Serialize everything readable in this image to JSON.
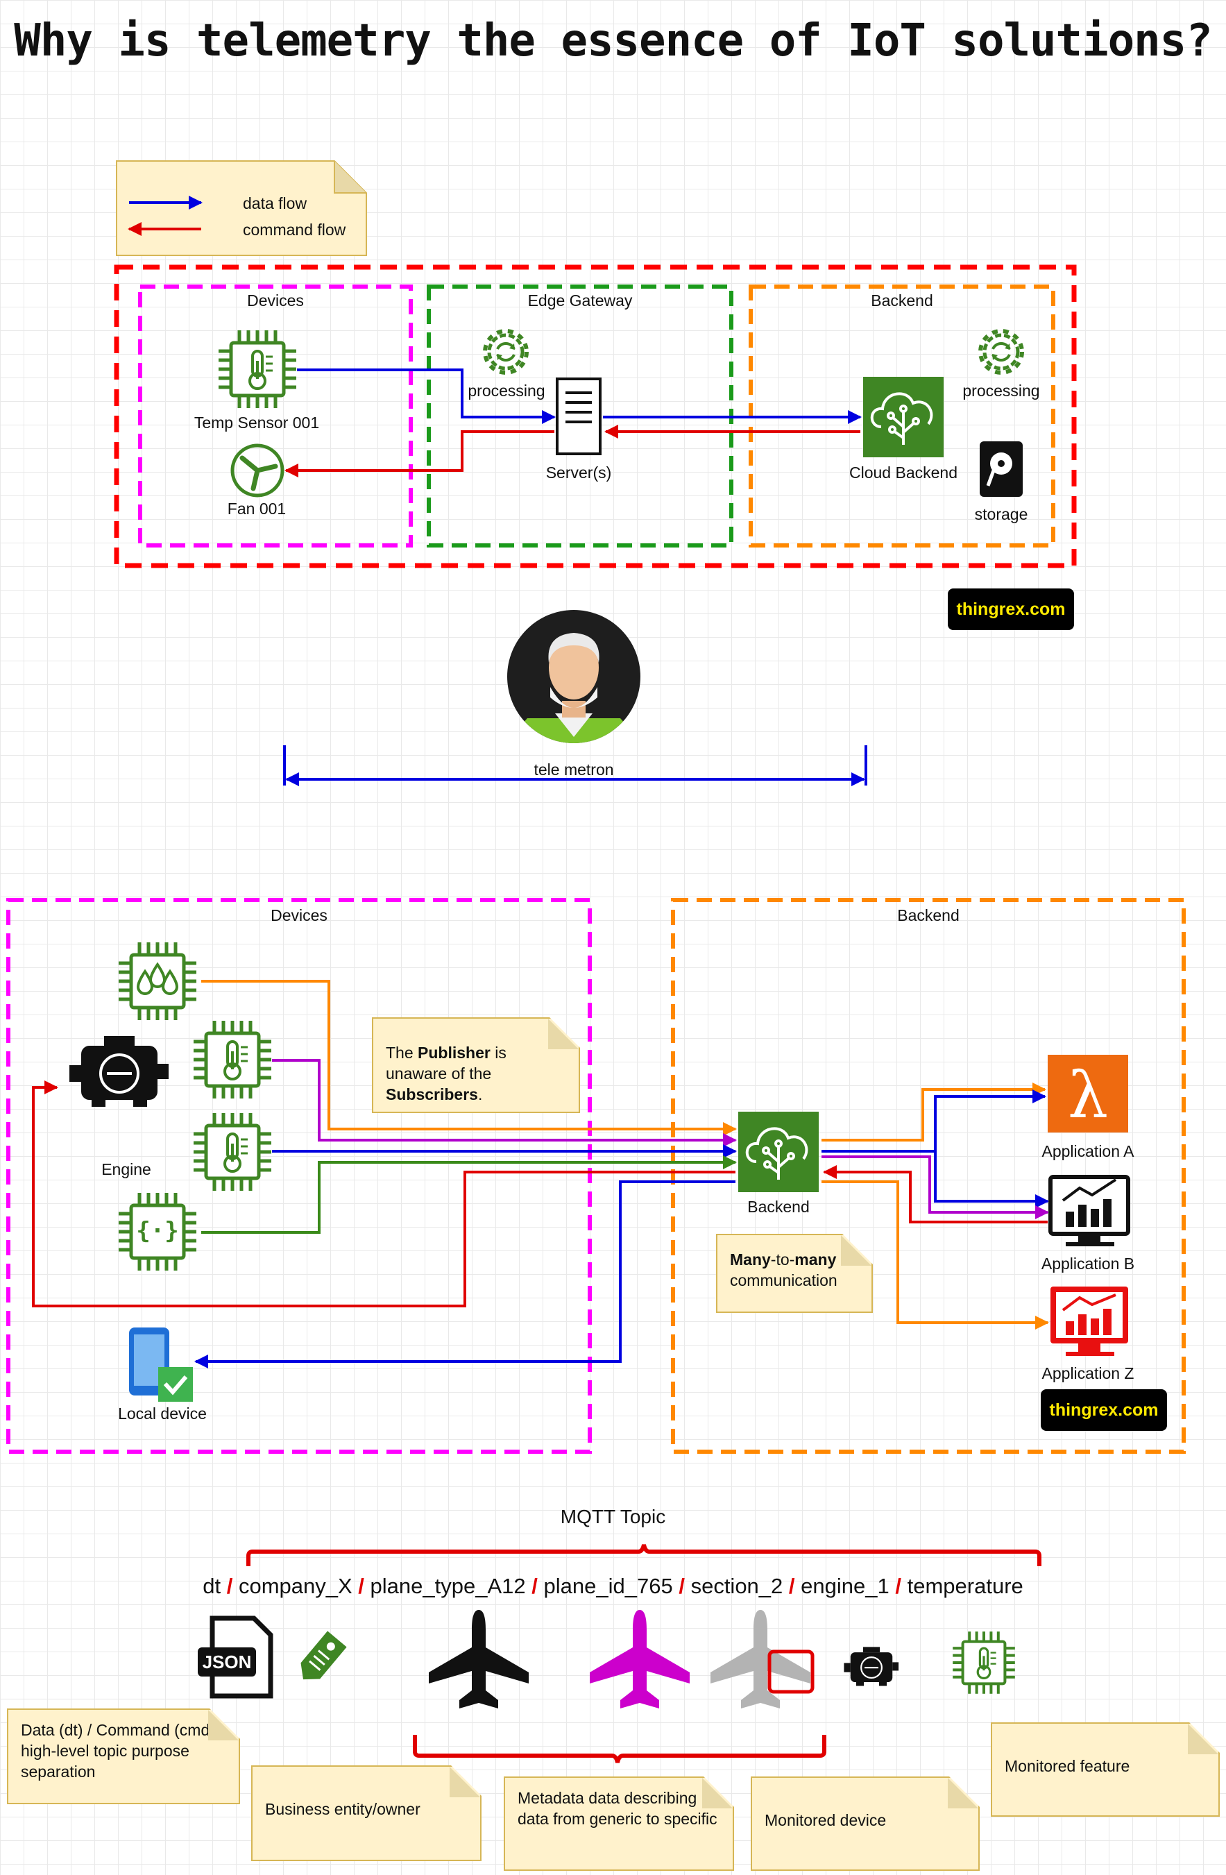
{
  "title": "Why is telemetry the essence of IoT solutions?",
  "legend": {
    "data_flow": "data flow",
    "command_flow": "command flow"
  },
  "diagram1": {
    "devices_label": "Devices",
    "edge_label": "Edge Gateway",
    "backend_label": "Backend",
    "temp_sensor": "Temp Sensor 001",
    "fan": "Fan 001",
    "edge_processing": "processing",
    "servers": "Server(s)",
    "cloud_backend": "Cloud Backend",
    "backend_processing": "processing",
    "storage": "storage",
    "badge": "thingrex.com"
  },
  "telemetron": {
    "label": "tele metron"
  },
  "diagram2": {
    "devices_label": "Devices",
    "backend_label": "Backend",
    "engine": "Engine",
    "local_device": "Local device",
    "backend": "Backend",
    "note_publisher": {
      "p1": "The ",
      "b1": "Publisher",
      "p2": " is unaware of the ",
      "b2": "Subscribers",
      "p3": "."
    },
    "note_many": {
      "b1": "Many",
      "p1": "-to-",
      "b2": "many",
      "p2": " communication"
    },
    "app_a": "Application A",
    "app_b": "Application B",
    "app_z": "Application Z",
    "badge": "thingrex.com"
  },
  "mqtt": {
    "heading": "MQTT Topic",
    "segments": [
      "dt",
      "company_X",
      "plane_type_A12",
      "plane_id_765",
      "section_2",
      "engine_1",
      "temperature"
    ],
    "separator": "/",
    "json_icon_text": "JSON",
    "notes": {
      "dt": "Data (dt) / Command (cmd) high-level topic purpose separation",
      "business": "Business entity/owner",
      "metadata": "Metadata data describing data from generic to specific",
      "device": "Monitored device",
      "feature": "Monitored feature"
    }
  },
  "colors": {
    "data": "#0000e0",
    "command": "#e00000",
    "devices": "#ff00ff",
    "edge": "#1a9a1a",
    "backend": "#ff8800",
    "solution": "#ff0000",
    "aws_green": "#3f8624",
    "chip": "#3f8624"
  }
}
